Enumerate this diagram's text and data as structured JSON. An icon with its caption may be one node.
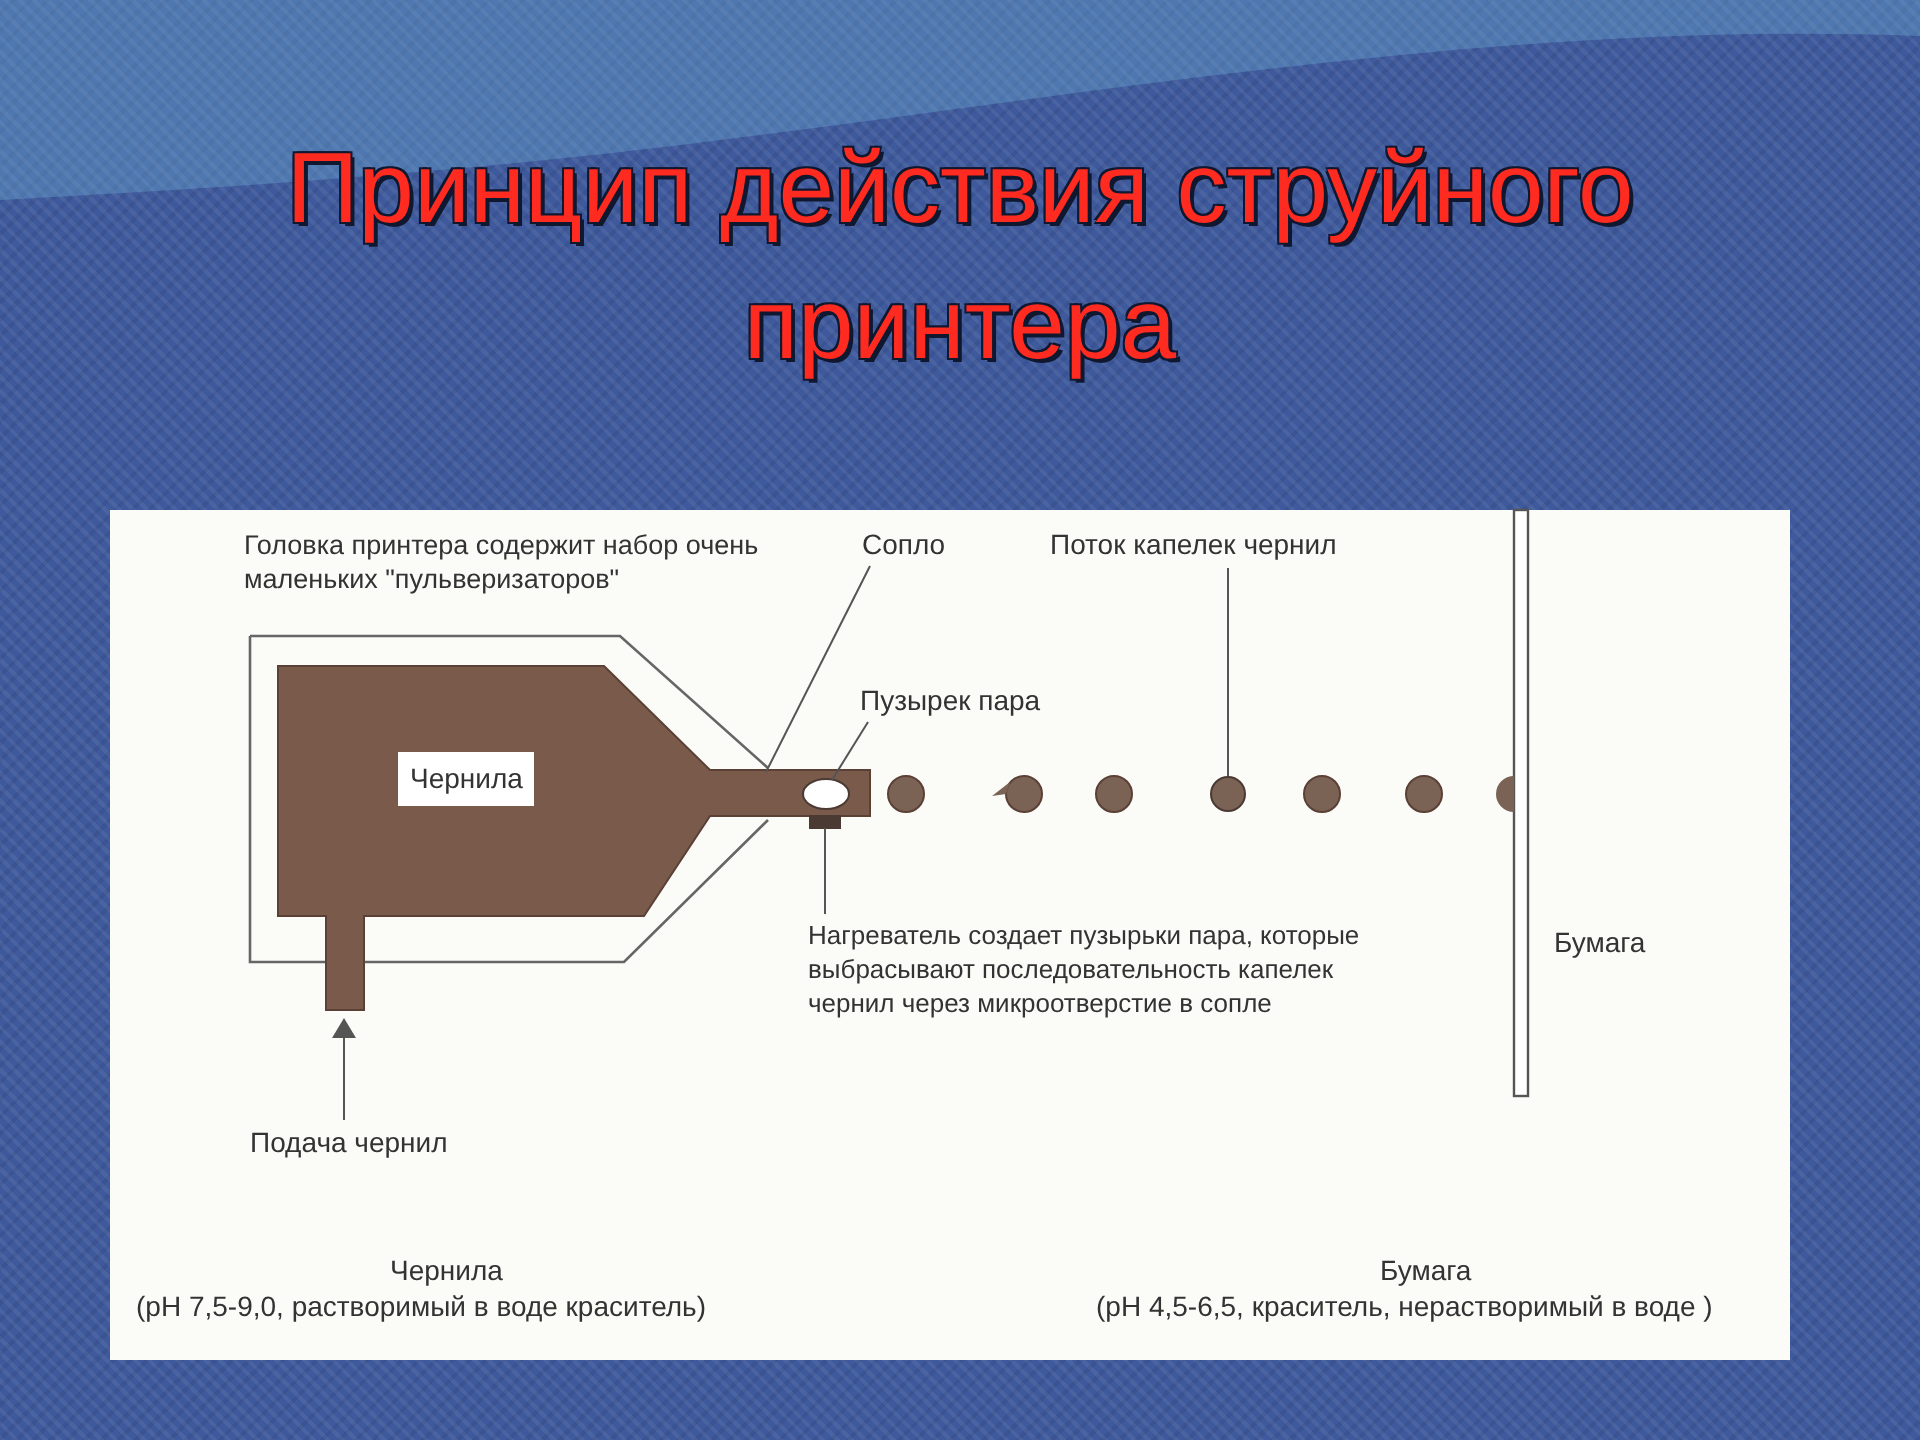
{
  "diagram": {
    "title": "Принцип действия струйного принтера",
    "nodes": [
      {
        "text": [
          "Чернила"
        ]
      },
      {
        "text": [
          "Сопло"
        ]
      },
      {
        "text": [
          "Пузырек пара"
        ]
      },
      {
        "text": [],
        "shape": "circle",
        "in": 0
      },
      {
        "text": [
          "Поток капелек чернил"
        ]
      },
      {
        "text": [],
        "shape": "circle"
      },
      {
        "text": [
          "Нагреватель создает пузырьки пара, которые выбрасывают последовательность капелек чернил через микроотверстие в сопле"
        ]
      },
      {
        "text": [],
        "shape": "bar",
        "in": 0
      },
      {
        "text": [
          "Подача чернил"
        ]
      }
    ],
    "edges": [
      {
        "from": 1,
        "to": 0,
        "arrow": "none"
      },
      {
        "from": 2,
        "to": 3,
        "arrow": "none"
      },
      {
        "from": 4,
        "to": 5,
        "arrow": "none"
      },
      {
        "from": 6,
        "to": 7,
        "arrow": "none"
      },
      {
        "from": 8,
        "to": 0,
        "arrow": "to"
      }
    ],
    "labels": [
      "Головка принтера содержит набор очень маленьких \"пульверизаторов\"",
      "Бумага",
      "Чернила",
      "Бумага",
      "(pH 7,5-9,0, растворимый в воде краситель)",
      "(pH 4,5-6,5, краситель, нерастворимый в воде )"
    ]
  }
}
